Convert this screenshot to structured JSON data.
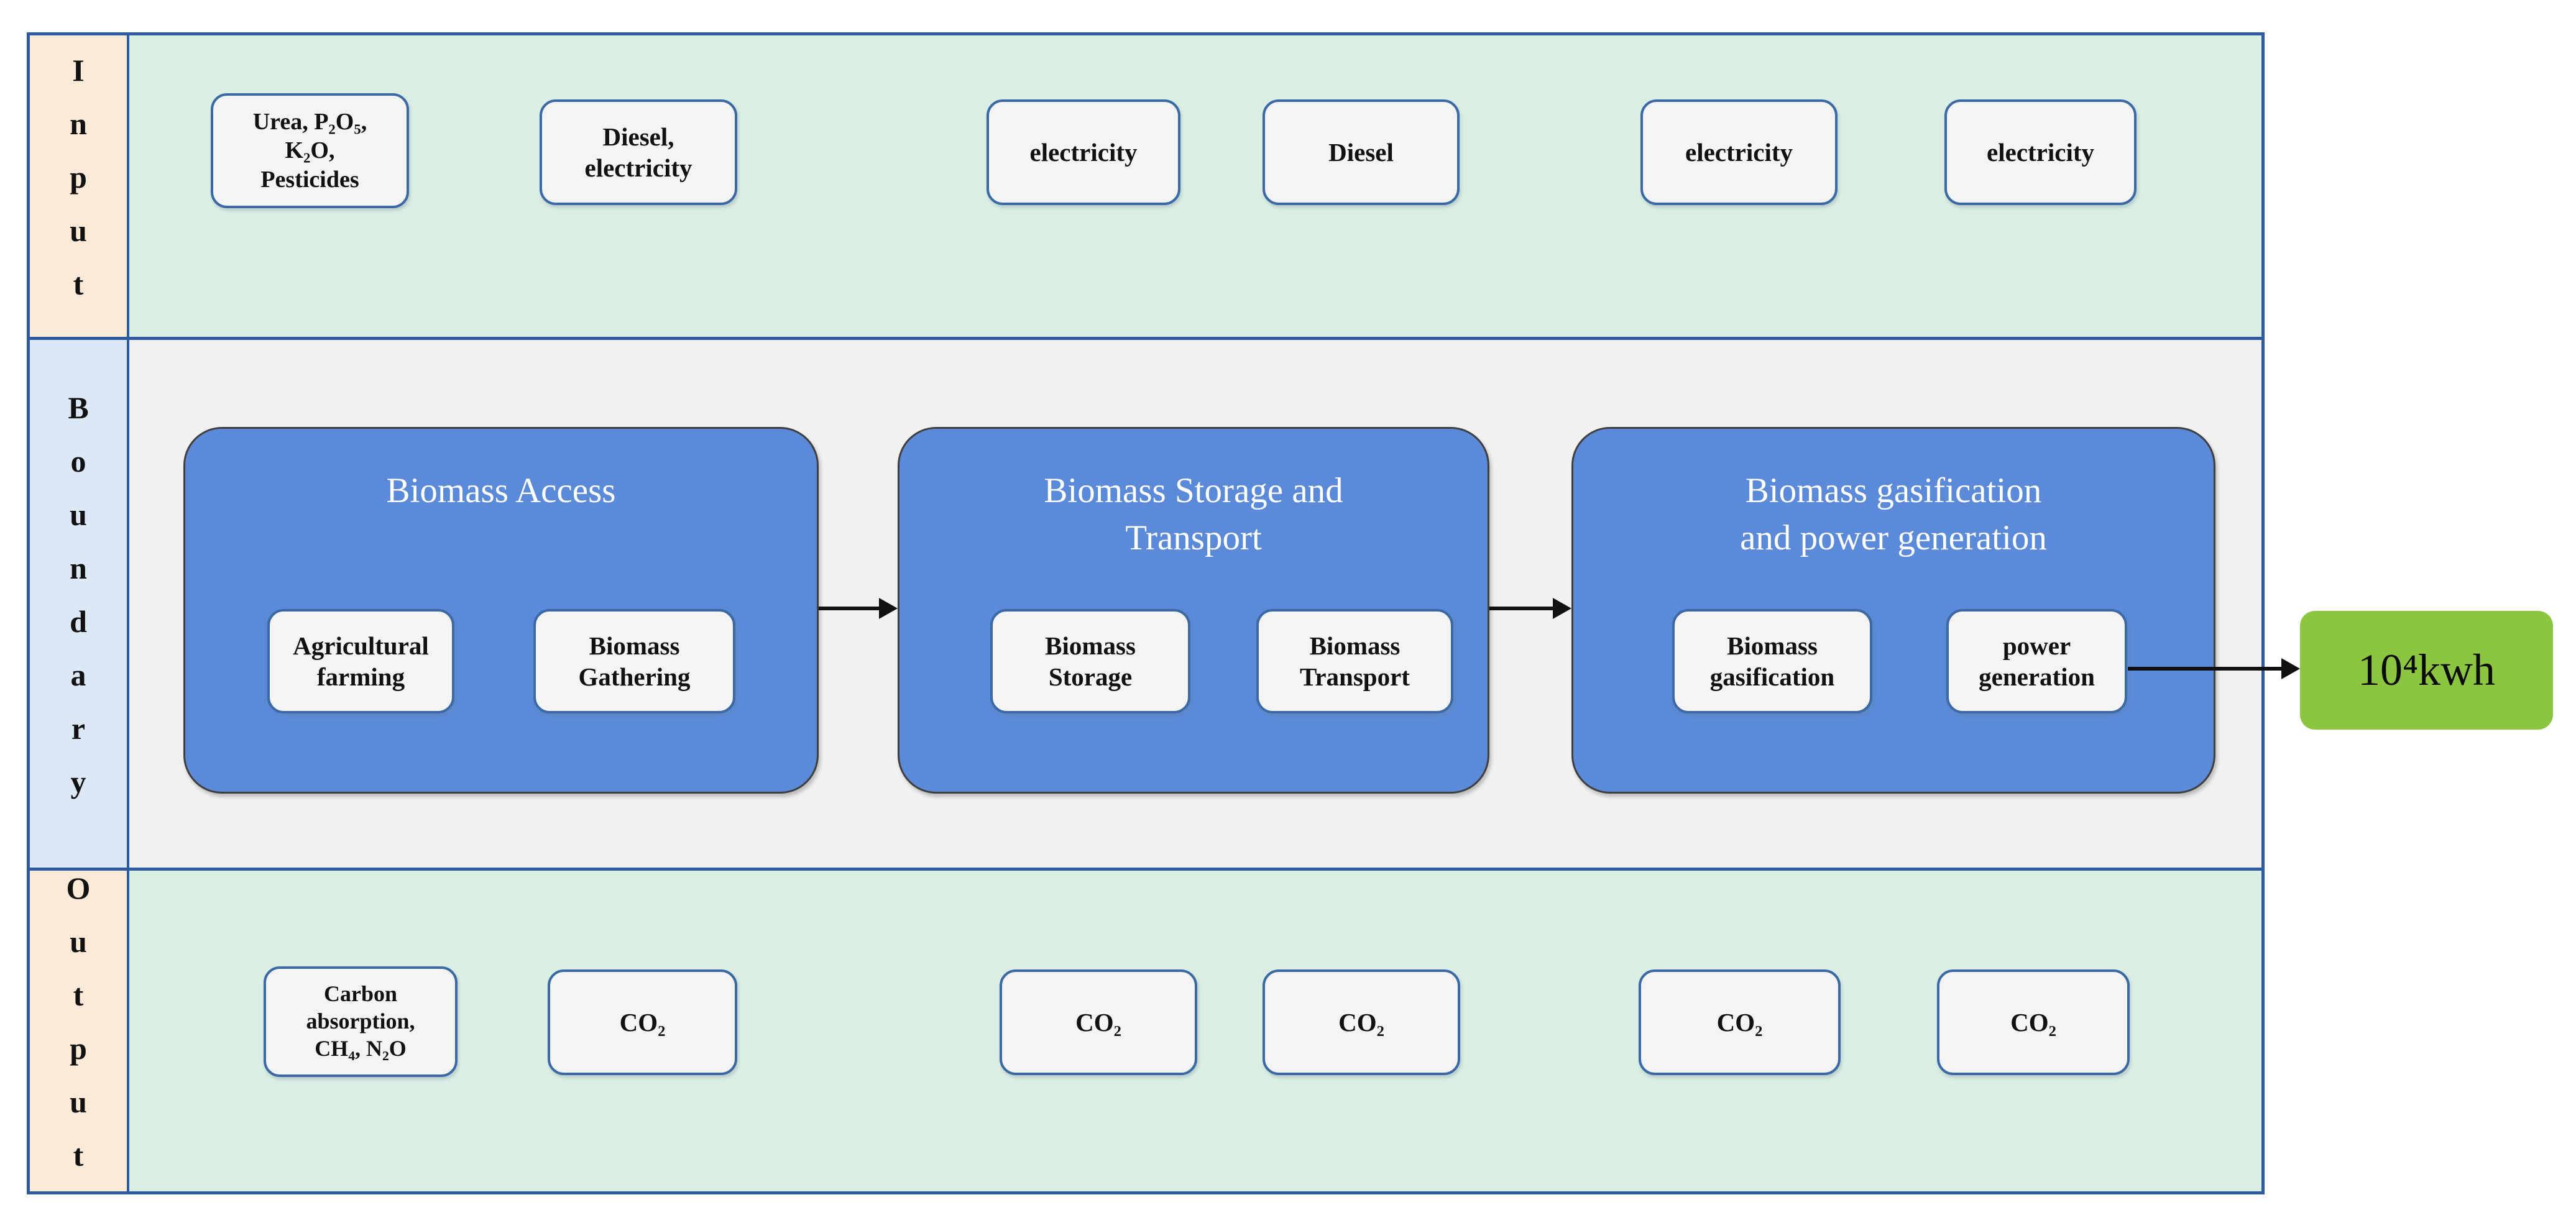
{
  "input": {
    "label": "Input",
    "boxes": [
      {
        "label": "Urea, P₂O₅,\nK₂O,\nPesticides"
      },
      {
        "label": "Diesel,\nelectricity"
      },
      {
        "label": "electricity"
      },
      {
        "label": "Diesel"
      },
      {
        "label": "electricity"
      },
      {
        "label": "electricity"
      }
    ]
  },
  "boundary": {
    "label": "Boundary",
    "stages": [
      {
        "title": "Biomass Access",
        "sub_boxes": [
          "Agricultural\nfarming",
          "Biomass\nGathering"
        ]
      },
      {
        "title": "Biomass Storage and\nTransport",
        "sub_boxes": [
          "Biomass\nStorage",
          "Biomass\nTransport"
        ]
      },
      {
        "title": "Biomass gasification\nand power generation",
        "sub_boxes": [
          "Biomass\ngasification",
          "power\ngeneration"
        ]
      }
    ]
  },
  "output": {
    "label": "Output",
    "boxes": [
      {
        "label": "Carbon\nabsorption,\nCH₄, N₂O"
      },
      {
        "label": "CO₂"
      },
      {
        "label": "CO₂"
      },
      {
        "label": "CO₂"
      },
      {
        "label": "CO₂"
      },
      {
        "label": "CO₂"
      }
    ]
  },
  "result": {
    "label": "10⁴kwh"
  },
  "colors": {
    "frame_border": "#2e5b9f",
    "input_output_row_bg": "#daeee4",
    "boundary_row_bg": "#f1f1f2",
    "input_output_label_bg": "#fcead8",
    "boundary_label_bg": "#dce8f6",
    "stage_box_bg": "#5a8ad8",
    "small_box_bg": "#f4f4f5",
    "small_box_border": "#3b69a5",
    "result_box_bg": "#8cc540",
    "arrow_color": "#111111"
  }
}
